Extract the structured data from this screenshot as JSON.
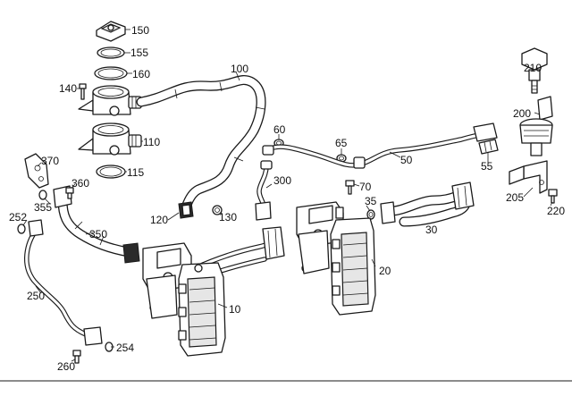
{
  "callouts": {
    "c10": "10",
    "c20": "20",
    "c30": "30",
    "c35": "35",
    "c50": "50",
    "c55": "55",
    "c60": "60",
    "c65": "65",
    "c70": "70",
    "c100": "100",
    "c110": "110",
    "c115": "115",
    "c120": "120",
    "c130": "130",
    "c140": "140",
    "c150": "150",
    "c155": "155",
    "c160": "160",
    "c200": "200",
    "c205": "205",
    "c210": "210",
    "c220": "220",
    "c250": "250",
    "c252": "252",
    "c254": "254",
    "c260": "260",
    "c300": "300",
    "c350": "350",
    "c355": "355",
    "c360": "360",
    "c370": "370"
  }
}
